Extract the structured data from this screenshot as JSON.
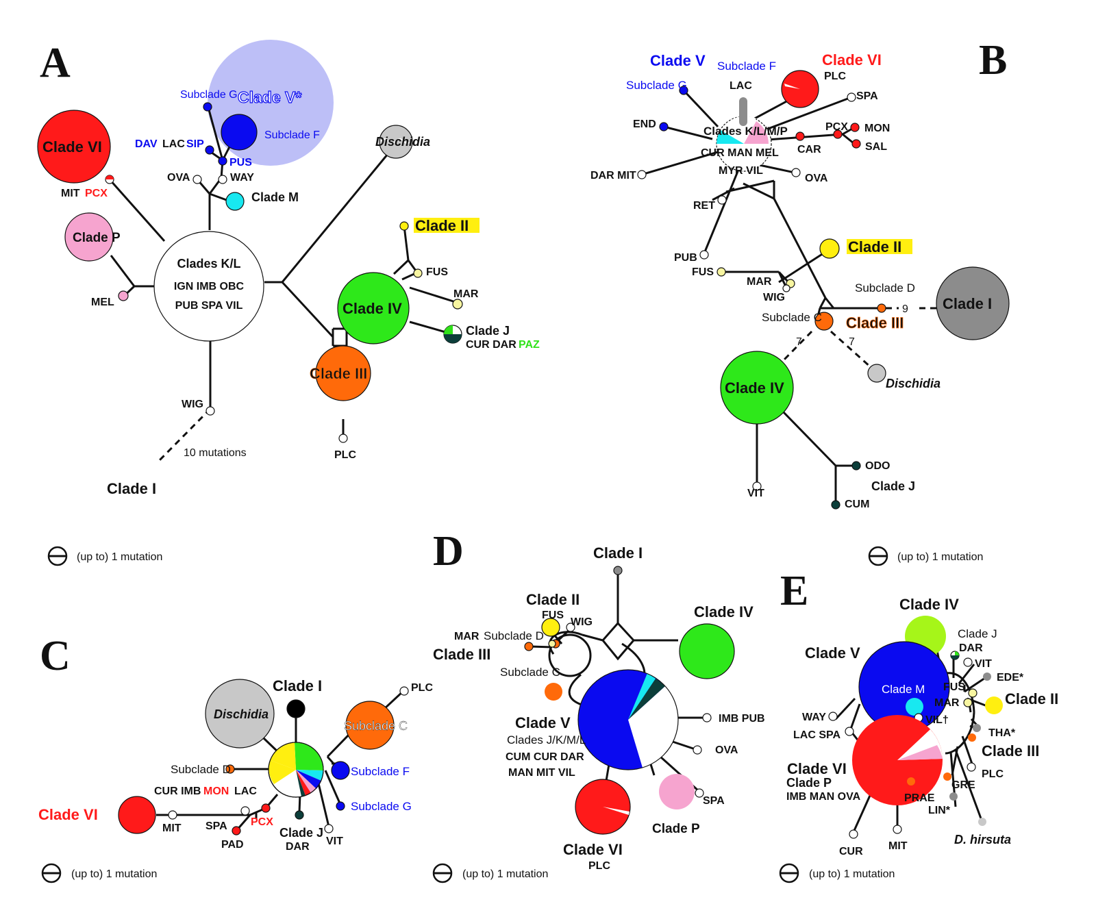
{
  "panels": {
    "A": {
      "letter": "A",
      "labels": {
        "clade_v_star": "Clade V*",
        "subclade_g": "Subclade G",
        "subclade_f": "Subclade F",
        "dav": "DAV",
        "lac": "LAC",
        "sip": "SIP",
        "pus": "PUS",
        "clade_vi": "Clade VI",
        "mit": "MIT",
        "pcx": "PCX",
        "ova": "OVA",
        "way": "WAY",
        "clade_m": "Clade M",
        "dischidia": "Dischidia",
        "clade_p": "Clade P",
        "mel": "MEL",
        "clades_kl": "Clades K/L",
        "kl_line2": "IGN IMB OBC",
        "kl_line3": "PUB SPA VIL",
        "clade_ii": "Clade II",
        "fus": "FUS",
        "mar": "MAR",
        "clade_iv": "Clade IV",
        "clade_j": "Clade J",
        "cur_dar": "CUR DAR",
        "paz": "PAZ",
        "clade_iii": "Clade III",
        "wig": "WIG",
        "plc": "PLC",
        "ten_mut": "10 mutations",
        "clade_i": "Clade I"
      },
      "legend": "(up to) 1 mutation"
    },
    "B": {
      "letter": "B",
      "labels": {
        "clade_v": "Clade V",
        "subclade_f": "Subclade F",
        "clade_vi": "Clade VI",
        "plc": "PLC",
        "subclade_g": "Subclade G",
        "lac": "LAC",
        "spa": "SPA",
        "end": "END",
        "clades_klmp": "Clades K/L/M/P",
        "pcx": "PCX",
        "mon": "MON",
        "cur_man_mel": "CUR MAN MEL",
        "car": "CAR",
        "sal": "SAL",
        "dar_mit": "DAR MIT",
        "myr_vil": "MYR VIL",
        "ova": "OVA",
        "ret": "RET",
        "pub": "PUB",
        "clade_ii": "Clade II",
        "fus": "FUS",
        "mar": "MAR",
        "wig": "WIG",
        "subclade_d": "Subclade D",
        "nine": "9",
        "clade_i": "Clade I",
        "subclade_c": "Subclade C",
        "clade_iii": "Clade III",
        "seven_a": "7",
        "seven_b": "7",
        "dischidia": "Dischidia",
        "clade_iv": "Clade IV",
        "odo": "ODO",
        "clade_j": "Clade J",
        "vit": "VIT",
        "cum": "CUM"
      },
      "legend": "(up to) 1 mutation"
    },
    "C": {
      "letter": "C",
      "labels": {
        "clade_i": "Clade I",
        "dischidia": "Dischidia",
        "subclade_c": "Subclade C",
        "plc": "PLC",
        "subclade_d": "Subclade D",
        "subclade_f": "Subclade F",
        "subclade_g": "Subclade G",
        "cur_imb": "CUR IMB",
        "mon": "MON",
        "lac": "LAC",
        "clade_vi": "Clade VI",
        "mit": "MIT",
        "spa": "SPA",
        "pcx": "PCX",
        "pad": "PAD",
        "clade_j": "Clade J",
        "dar": "DAR",
        "vit": "VIT"
      },
      "legend": "(up to) 1 mutation"
    },
    "D": {
      "letter": "D",
      "labels": {
        "clade_i": "Clade I",
        "clade_ii": "Clade II",
        "fus": "FUS",
        "wig": "WIG",
        "mar": "MAR",
        "subclade_d": "Subclade D",
        "clade_iii": "Clade III",
        "subclade_c": "Subclade C",
        "clade_iv": "Clade IV",
        "clade_v": "Clade V",
        "clades_jkml": "Clades J/K/M/L",
        "cum_cur_dar": "CUM CUR DAR",
        "man_mit_vil": "MAN MIT VIL",
        "imb_pub": "IMB PUB",
        "ova": "OVA",
        "spa": "SPA",
        "clade_p": "Clade P",
        "clade_vi": "Clade VI",
        "plc": "PLC"
      },
      "legend": "(up to) 1 mutation"
    },
    "E": {
      "letter": "E",
      "labels": {
        "clade_iv": "Clade IV",
        "clade_j": "Clade J",
        "dar": "DAR",
        "clade_v": "Clade V",
        "vit": "VIT",
        "ede": "EDE*",
        "clade_m": "Clade M",
        "fus": "FUS",
        "mar": "MAR",
        "clade_ii": "Clade II",
        "way": "WAY",
        "vil": "VIL†",
        "tha": "THA*",
        "lac_spa": "LAC SPA",
        "clade_iii": "Clade III",
        "clade_vi": "Clade VI",
        "clade_p": "Clade P",
        "imb_man_ova": "IMB MAN OVA",
        "plc": "PLC",
        "gre": "GRE",
        "prae": "PRAE",
        "lin": "LIN*",
        "d_hirsuta": "D. hirsuta",
        "cur": "CUR",
        "mit": "MIT"
      },
      "legend": "(up to) 1 mutation"
    }
  },
  "colors": {
    "clade_vi": "#ff1a1a",
    "clade_v_light": "#bdbff7",
    "clade_v": "#0a0af0",
    "clade_m": "#18e8f0",
    "clade_p": "#f6a4cf",
    "clade_iv": "#2ee81a",
    "clade_iii": "#ff6a0a",
    "clade_ii": "#ffef10",
    "clade_ii_pale": "#f7f5a0",
    "clade_i": "#8c8c8c",
    "dischidia": "#c8c8c8",
    "clade_j": "#0c3e3a",
    "paz": "#30e21a",
    "lime": "#a6f519"
  }
}
